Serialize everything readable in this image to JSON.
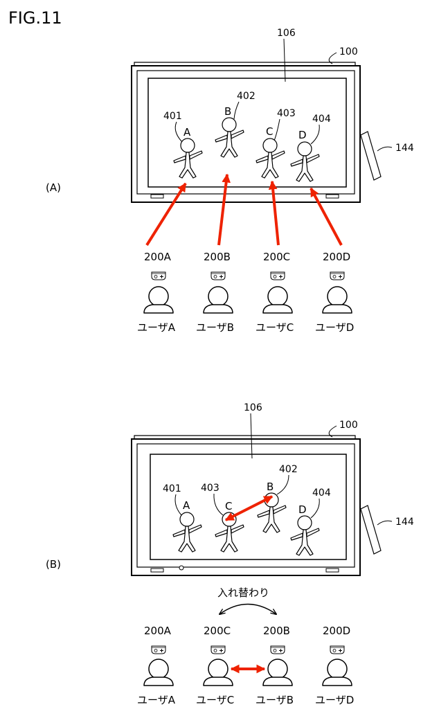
{
  "figure_title": "FIG.11",
  "colors": {
    "arrow": "#ee2200",
    "line": "#000000"
  },
  "panel_a": {
    "label": "(A)",
    "device_ref": "100",
    "screen_ref": "106",
    "stand_ref": "144",
    "characters": [
      {
        "letter": "A",
        "ref": "401"
      },
      {
        "letter": "B",
        "ref": "402"
      },
      {
        "letter": "C",
        "ref": "403"
      },
      {
        "letter": "D",
        "ref": "404"
      }
    ],
    "users": [
      {
        "controller": "200A",
        "name": "ユーザA"
      },
      {
        "controller": "200B",
        "name": "ユーザB"
      },
      {
        "controller": "200C",
        "name": "ユーザC"
      },
      {
        "controller": "200D",
        "name": "ユーザD"
      }
    ]
  },
  "panel_b": {
    "label": "(B)",
    "device_ref": "100",
    "screen_ref": "106",
    "stand_ref": "144",
    "swap_label": "入れ替わり",
    "characters": [
      {
        "letter": "A",
        "ref": "401"
      },
      {
        "letter": "C",
        "ref": "403"
      },
      {
        "letter": "B",
        "ref": "402"
      },
      {
        "letter": "D",
        "ref": "404"
      }
    ],
    "users": [
      {
        "controller": "200A",
        "name": "ユーザA"
      },
      {
        "controller": "200C",
        "name": "ユーザC"
      },
      {
        "controller": "200B",
        "name": "ユーザB"
      },
      {
        "controller": "200D",
        "name": "ユーザD"
      }
    ]
  }
}
